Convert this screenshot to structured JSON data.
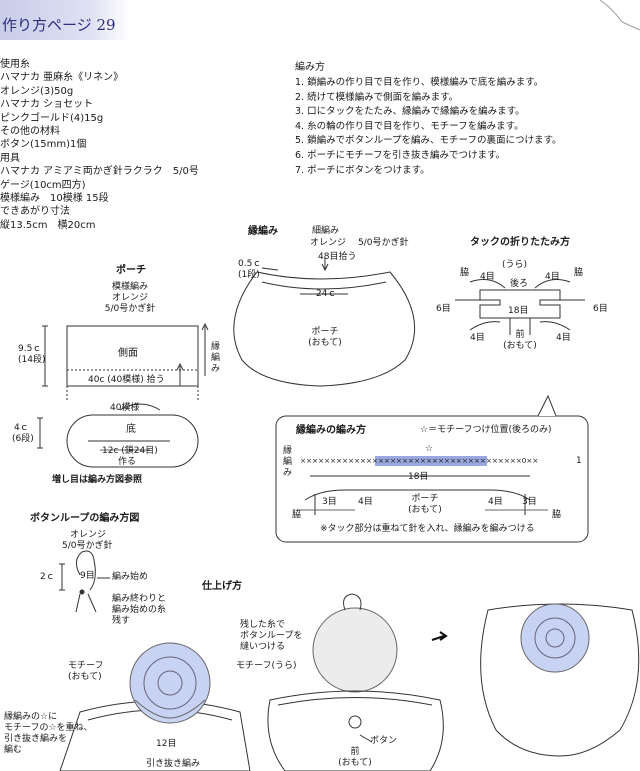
{
  "header": {
    "page_label": "作り方ページ 29"
  },
  "materials": [
    "使用糸",
    "ハマナカ 亜麻糸《リネン》",
    "オレンジ(3)50g",
    "ハマナカ ショセット",
    "ピンクゴールド(4)15g",
    "その他の材料",
    "ボタン(15mm)1個",
    "用具",
    "ハマナカ アミアミ両かぎ針ラクラク　5/0号",
    "ゲージ(10cm四方)",
    "模様編み　10模様 15段",
    "できあがり寸法",
    "縦13.5cm　横20cm"
  ],
  "steps_title": "編み方",
  "steps": [
    "1. 鎖編みの作り目で目を作り、模様編みで底を編みます。",
    "2. 続けて模様編みで側面を編みます。",
    "3. 口にタックをたたみ、縁編みで縁編みを編みます。",
    "4. 糸の輪の作り目で目を作り、モチーフを編みます。",
    "5. 鎖編みでボタンループを編み、モチーフの裏面につけます。",
    "6. ポーチにモチーフを引き抜き編みでつけます。",
    "7. ポーチにボタンをつけます。"
  ],
  "pouch": {
    "title": "ポーチ",
    "pattern": "模様編み",
    "color": "オレンジ",
    "hook": "5/0号かぎ針",
    "side_height": "9.5ｃ",
    "side_rows": "(14段)",
    "side_label": "側面",
    "stitch_pickup": "40c (40模様) 拾う",
    "edging_label_1": "縁",
    "edging_label_2": "編",
    "edging_label_3": "み",
    "bottom_motifs": "40模様",
    "bottom_label": "底",
    "bottom_height": "4ｃ",
    "bottom_rows": "(6段)",
    "chain": "12c (鎖24目)",
    "chain_make": "作る",
    "increase_note": "増し目は編み方図参照"
  },
  "edging": {
    "title": "縁編み",
    "sub_1": "細編み",
    "sub_2": "オレンジ",
    "hook": "5/0号かぎ針",
    "height": "0.5ｃ",
    "rows": "(1段)",
    "pickup": "48目拾う",
    "width": "24ｃ",
    "pouch_label": "ポーチ",
    "front": "(おもて)"
  },
  "tuck": {
    "title": "タックの折りたたみ方",
    "back_side": "(うら)",
    "back": "後ろ",
    "side": "脇",
    "four": "4目",
    "six": "6目",
    "eighteen": "18目",
    "front": "前",
    "front_side": "(おもて)"
  },
  "edging_chart": {
    "title": "縁編みの編み方",
    "note": "☆＝モチーフつけ位置(後ろのみ)",
    "label_1": "縁",
    "label_2": "編",
    "label_3": "み",
    "stitches": "×××××××××××××××××××××××××××××××××××××0××",
    "row_num": "1",
    "star": "☆",
    "eighteen": "18目",
    "three": "3目",
    "four": "4目",
    "pouch": "ポーチ",
    "front": "(おもて)",
    "side": "脇",
    "footnote": "※タック部分は重ねて針を入れ、縁編みを編みつける"
  },
  "loop": {
    "title": "ボタンループの編み方図",
    "color": "オレンジ",
    "hook": "5/0号かぎ針",
    "size": "2ｃ",
    "chains": "9目",
    "start": "編み始め",
    "end_1": "編み終わりと",
    "end_2": "編み始めの糸",
    "end_3": "残す"
  },
  "finishing": {
    "title": "仕上げ方",
    "thread_1": "残した糸で",
    "thread_2": "ボタンループを",
    "thread_3": "縫いつける",
    "motif_back": "モチーフ(うら)",
    "motif_front_1": "モチーフ",
    "motif_front_2": "(おもて)",
    "attach_1": "縁編みの☆に",
    "attach_2": "モチーフの☆を重ね、",
    "attach_3": "引き抜き編みを",
    "attach_4": "編む",
    "twelve": "12目",
    "slip_stitch": "引き抜き編み",
    "button": "ボタン",
    "front": "前",
    "front_side": "(おもて)"
  }
}
